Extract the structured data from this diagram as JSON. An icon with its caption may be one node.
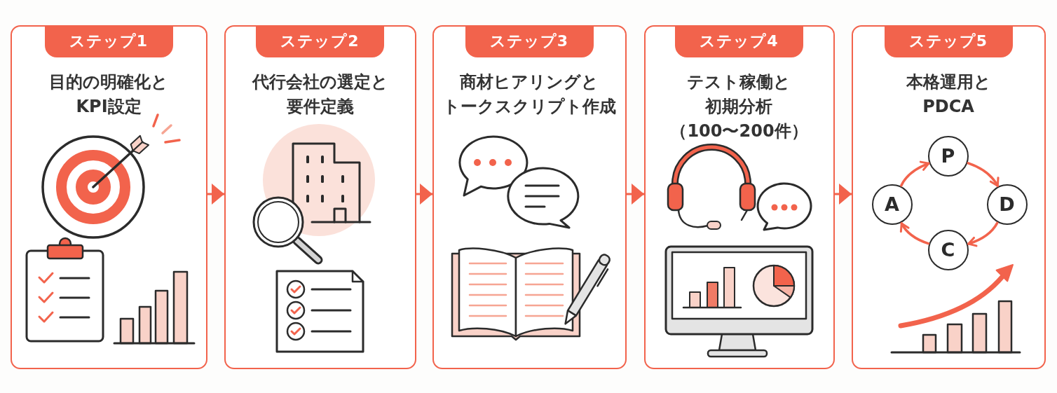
{
  "diagram": {
    "nodes": [
      {
        "text": [
          "目的の明確化とKPI設定"
        ]
      },
      {
        "text": [
          "ステップ1"
        ],
        "in": 0
      },
      {
        "text": [
          "代行会社の選定と要件定義"
        ]
      },
      {
        "text": [
          "ステップ2"
        ],
        "in": 2
      },
      {
        "text": [
          "商材ヒアリングとトークスクリプト作成"
        ]
      },
      {
        "text": [
          "ステップ3"
        ],
        "in": 4
      },
      {
        "text": [
          "テスト稼働と初期分析（100〜200件）"
        ]
      },
      {
        "text": [
          "ステップ4"
        ],
        "in": 6
      },
      {
        "text": [
          "本格運用とPDCA"
        ]
      },
      {
        "text": [
          "ステップ5"
        ],
        "in": 8
      },
      {
        "text": [
          "P"
        ],
        "in": 8
      },
      {
        "text": [
          "D"
        ],
        "in": 8
      },
      {
        "text": [
          "C"
        ],
        "in": 8
      },
      {
        "text": [
          "A"
        ],
        "in": 8
      }
    ],
    "edges": [
      {
        "from": 0,
        "to": 2,
        "arrow": "to"
      },
      {
        "from": 2,
        "to": 4,
        "arrow": "to"
      },
      {
        "from": 4,
        "to": 6,
        "arrow": "to"
      },
      {
        "from": 6,
        "to": 8,
        "arrow": "to"
      },
      {
        "from": 10,
        "to": 11,
        "arrow": "to"
      },
      {
        "from": 11,
        "to": 12,
        "arrow": "to"
      },
      {
        "from": 12,
        "to": 13,
        "arrow": "to"
      },
      {
        "from": 13,
        "to": 10,
        "arrow": "to"
      }
    ]
  }
}
